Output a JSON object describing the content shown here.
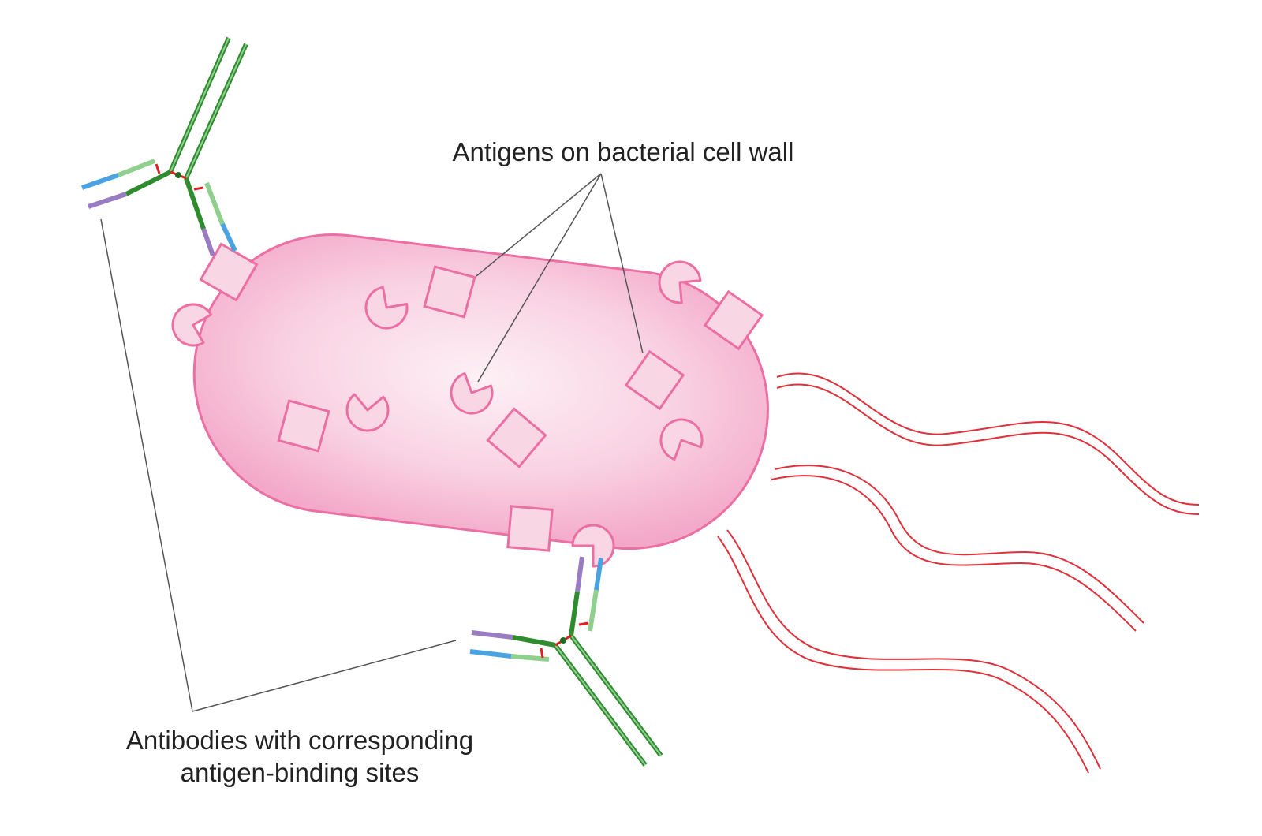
{
  "labels": {
    "antigens": "Antigens on bacterial cell wall",
    "antibodies_line1": "Antibodies with corresponding",
    "antibodies_line2": "antigen-binding sites"
  },
  "colors": {
    "cell_fill": "#f7c2d8",
    "cell_highlight": "#fde9f1",
    "cell_stroke": "#ec6fa3",
    "antigen_fill": "#f9d6e3",
    "antigen_stroke": "#ec6fa3",
    "flagellum": "#e0303a",
    "heavy_chain": "#2e8b2e",
    "light_chain": "#8fd08f",
    "variable_blue": "#4aa3e0",
    "variable_purple": "#9a7cc2",
    "disulfide": "#e02020",
    "leader_line": "#555555"
  }
}
